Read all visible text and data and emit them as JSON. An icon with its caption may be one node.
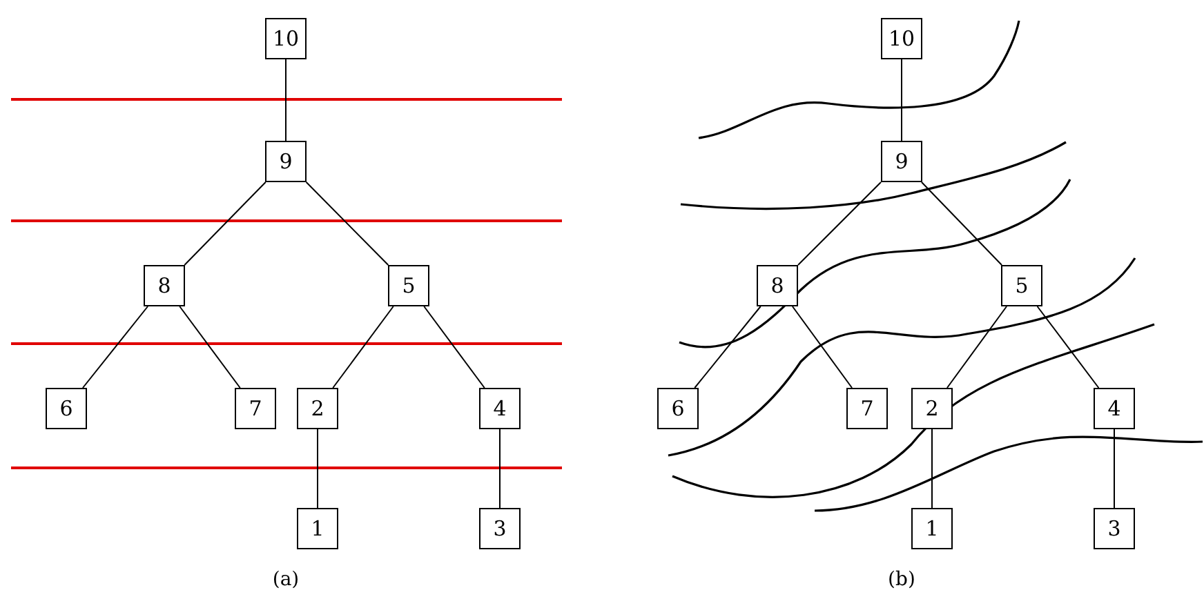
{
  "diagram": {
    "nodes": [
      {
        "text": [
          "10"
        ]
      },
      {
        "text": [
          "9"
        ]
      },
      {
        "text": [
          "8"
        ]
      },
      {
        "text": [
          "5"
        ]
      },
      {
        "text": [
          "6"
        ]
      },
      {
        "text": [
          "7"
        ]
      },
      {
        "text": [
          "2"
        ]
      },
      {
        "text": [
          "4"
        ]
      },
      {
        "text": [
          "1"
        ]
      },
      {
        "text": [
          "3"
        ]
      },
      {
        "text": [
          "10"
        ]
      },
      {
        "text": [
          "9"
        ]
      },
      {
        "text": [
          "8"
        ]
      },
      {
        "text": [
          "5"
        ]
      },
      {
        "text": [
          "6"
        ]
      },
      {
        "text": [
          "7"
        ]
      },
      {
        "text": [
          "2"
        ]
      },
      {
        "text": [
          "4"
        ]
      },
      {
        "text": [
          "1"
        ]
      },
      {
        "text": [
          "3"
        ]
      }
    ],
    "edges": [
      {
        "from": 0,
        "to": 1,
        "arrow": "none"
      },
      {
        "from": 1,
        "to": 2,
        "arrow": "none"
      },
      {
        "from": 1,
        "to": 3,
        "arrow": "none"
      },
      {
        "from": 2,
        "to": 4,
        "arrow": "none"
      },
      {
        "from": 2,
        "to": 5,
        "arrow": "none"
      },
      {
        "from": 3,
        "to": 6,
        "arrow": "none"
      },
      {
        "from": 3,
        "to": 7,
        "arrow": "none"
      },
      {
        "from": 6,
        "to": 8,
        "arrow": "none"
      },
      {
        "from": 7,
        "to": 9,
        "arrow": "none"
      },
      {
        "from": 10,
        "to": 11,
        "arrow": "none"
      },
      {
        "from": 11,
        "to": 12,
        "arrow": "none"
      },
      {
        "from": 11,
        "to": 13,
        "arrow": "none"
      },
      {
        "from": 12,
        "to": 14,
        "arrow": "none"
      },
      {
        "from": 12,
        "to": 15,
        "arrow": "none"
      },
      {
        "from": 13,
        "to": 16,
        "arrow": "none"
      },
      {
        "from": 13,
        "to": 17,
        "arrow": "none"
      },
      {
        "from": 16,
        "to": 18,
        "arrow": "none"
      },
      {
        "from": 17,
        "to": 19,
        "arrow": "none"
      }
    ],
    "labels": [
      "(a)",
      "(b)"
    ]
  }
}
